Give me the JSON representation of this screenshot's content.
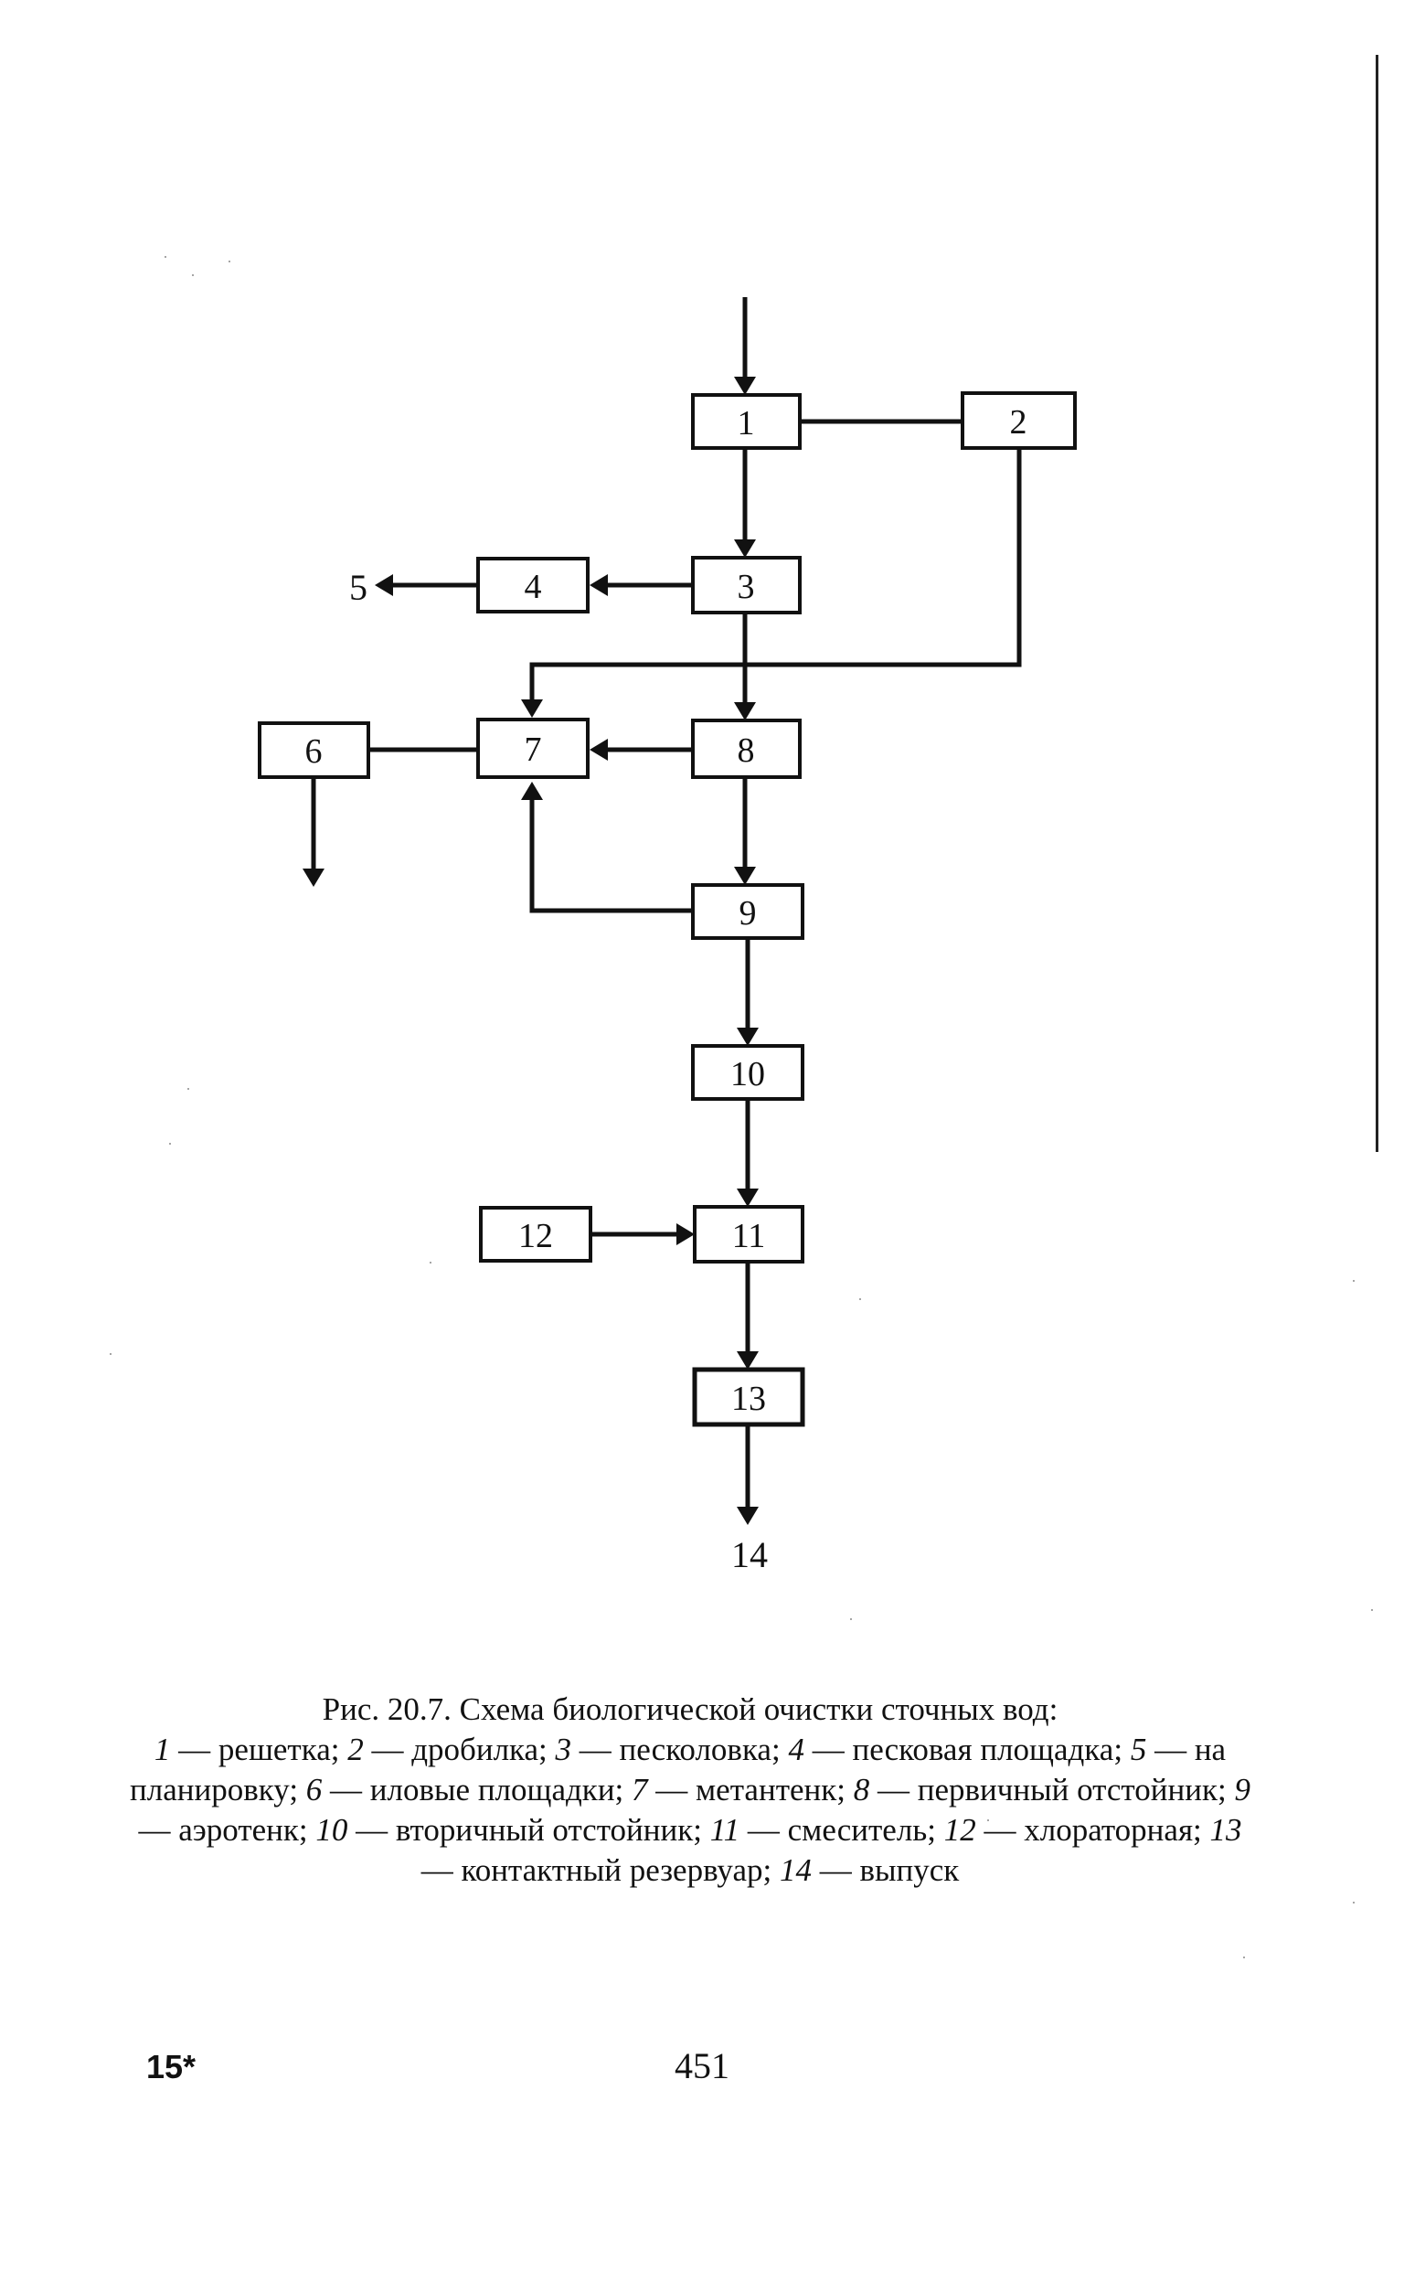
{
  "diagram": {
    "boxes": [
      "1",
      "2",
      "3",
      "4",
      "6",
      "7",
      "8",
      "9",
      "10",
      "11",
      "12",
      "13"
    ],
    "outputs": {
      "sand_out": "5",
      "discharge": "14"
    }
  },
  "caption": {
    "title": "Рис. 20.7. Схема биологической очистки сточных вод:",
    "legend": [
      {
        "n": "1",
        "text": "решетка"
      },
      {
        "n": "2",
        "text": "дробилка"
      },
      {
        "n": "3",
        "text": "песколовка"
      },
      {
        "n": "4",
        "text": "песковая площадка"
      },
      {
        "n": "5",
        "text": "на планировку"
      },
      {
        "n": "6",
        "text": "иловые площадки"
      },
      {
        "n": "7",
        "text": "метантенк"
      },
      {
        "n": "8",
        "text": "первичный отстойник"
      },
      {
        "n": "9",
        "text": "аэротенк"
      },
      {
        "n": "10",
        "text": "вторичный отстойник"
      },
      {
        "n": "11",
        "text": "смеситель"
      },
      {
        "n": "12",
        "text": "хлораторная"
      },
      {
        "n": "13",
        "text": "контактный резервуар"
      },
      {
        "n": "14",
        "text": "выпуск"
      }
    ],
    "separator": " — "
  },
  "footer": {
    "signature_mark": "15*",
    "page_number": "451"
  }
}
